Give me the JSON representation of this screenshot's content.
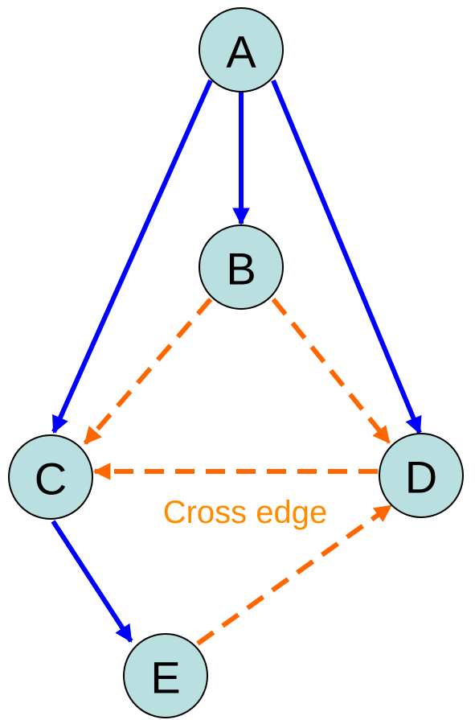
{
  "colors": {
    "node_fill": "#b9dfe0",
    "node_stroke": "#000000",
    "tree_edge": "#0000ff",
    "cross_edge": "#ff6600",
    "caption": "#ff8c00"
  },
  "nodes": {
    "A": "A",
    "B": "B",
    "C": "C",
    "D": "D",
    "E": "E"
  },
  "edges": {
    "tree": [
      [
        "A",
        "B"
      ],
      [
        "A",
        "C"
      ],
      [
        "A",
        "D"
      ],
      [
        "C",
        "E"
      ]
    ],
    "cross": [
      [
        "B",
        "C"
      ],
      [
        "B",
        "D"
      ],
      [
        "D",
        "C"
      ],
      [
        "E",
        "D"
      ]
    ]
  },
  "caption": "Cross edge"
}
